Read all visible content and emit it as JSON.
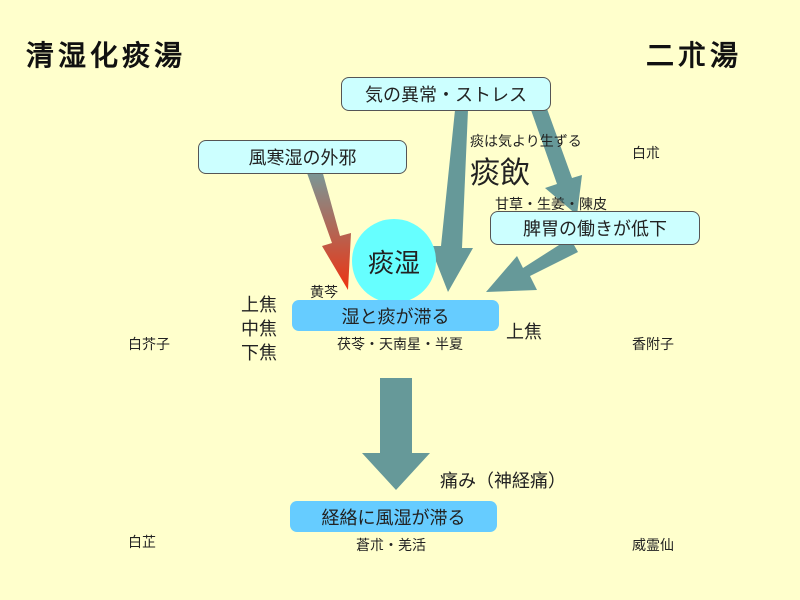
{
  "titles": {
    "left": "清湿化痰湯",
    "right": "二朮湯"
  },
  "boxes": {
    "ki": "気の異常・ストレス",
    "fuukan": "風寒湿の外邪",
    "hii": "脾胃の働きが低下",
    "shitsu_tan": "湿と痰が滞る",
    "keiraku": "経絡に風湿が滞る"
  },
  "circle": "痰湿",
  "labels": {
    "tan_note": "痰は気より生ずる",
    "tanin": "痰飲",
    "kanzou": "甘草・生姜・陳皮",
    "ougon": "黄芩",
    "bukuryo": "茯苓・天南星・半夏",
    "jouchuuge": [
      "上焦",
      "中焦",
      "下焦"
    ],
    "joushou_right": "上焦",
    "itami": "痛み（神経痛）",
    "soujutsu": "蒼朮・羌活"
  },
  "herbs": {
    "byakujutsu": "白朮",
    "byakugaishi": "白芥子",
    "koubushi": "香附子",
    "byakushi": "白芷",
    "ireisen": "威霊仙"
  },
  "colors": {
    "background": "#ffffcc",
    "arrow": "#669999",
    "box": "#ccffff",
    "bluebox": "#66ccff",
    "circle": "#66ffff"
  }
}
